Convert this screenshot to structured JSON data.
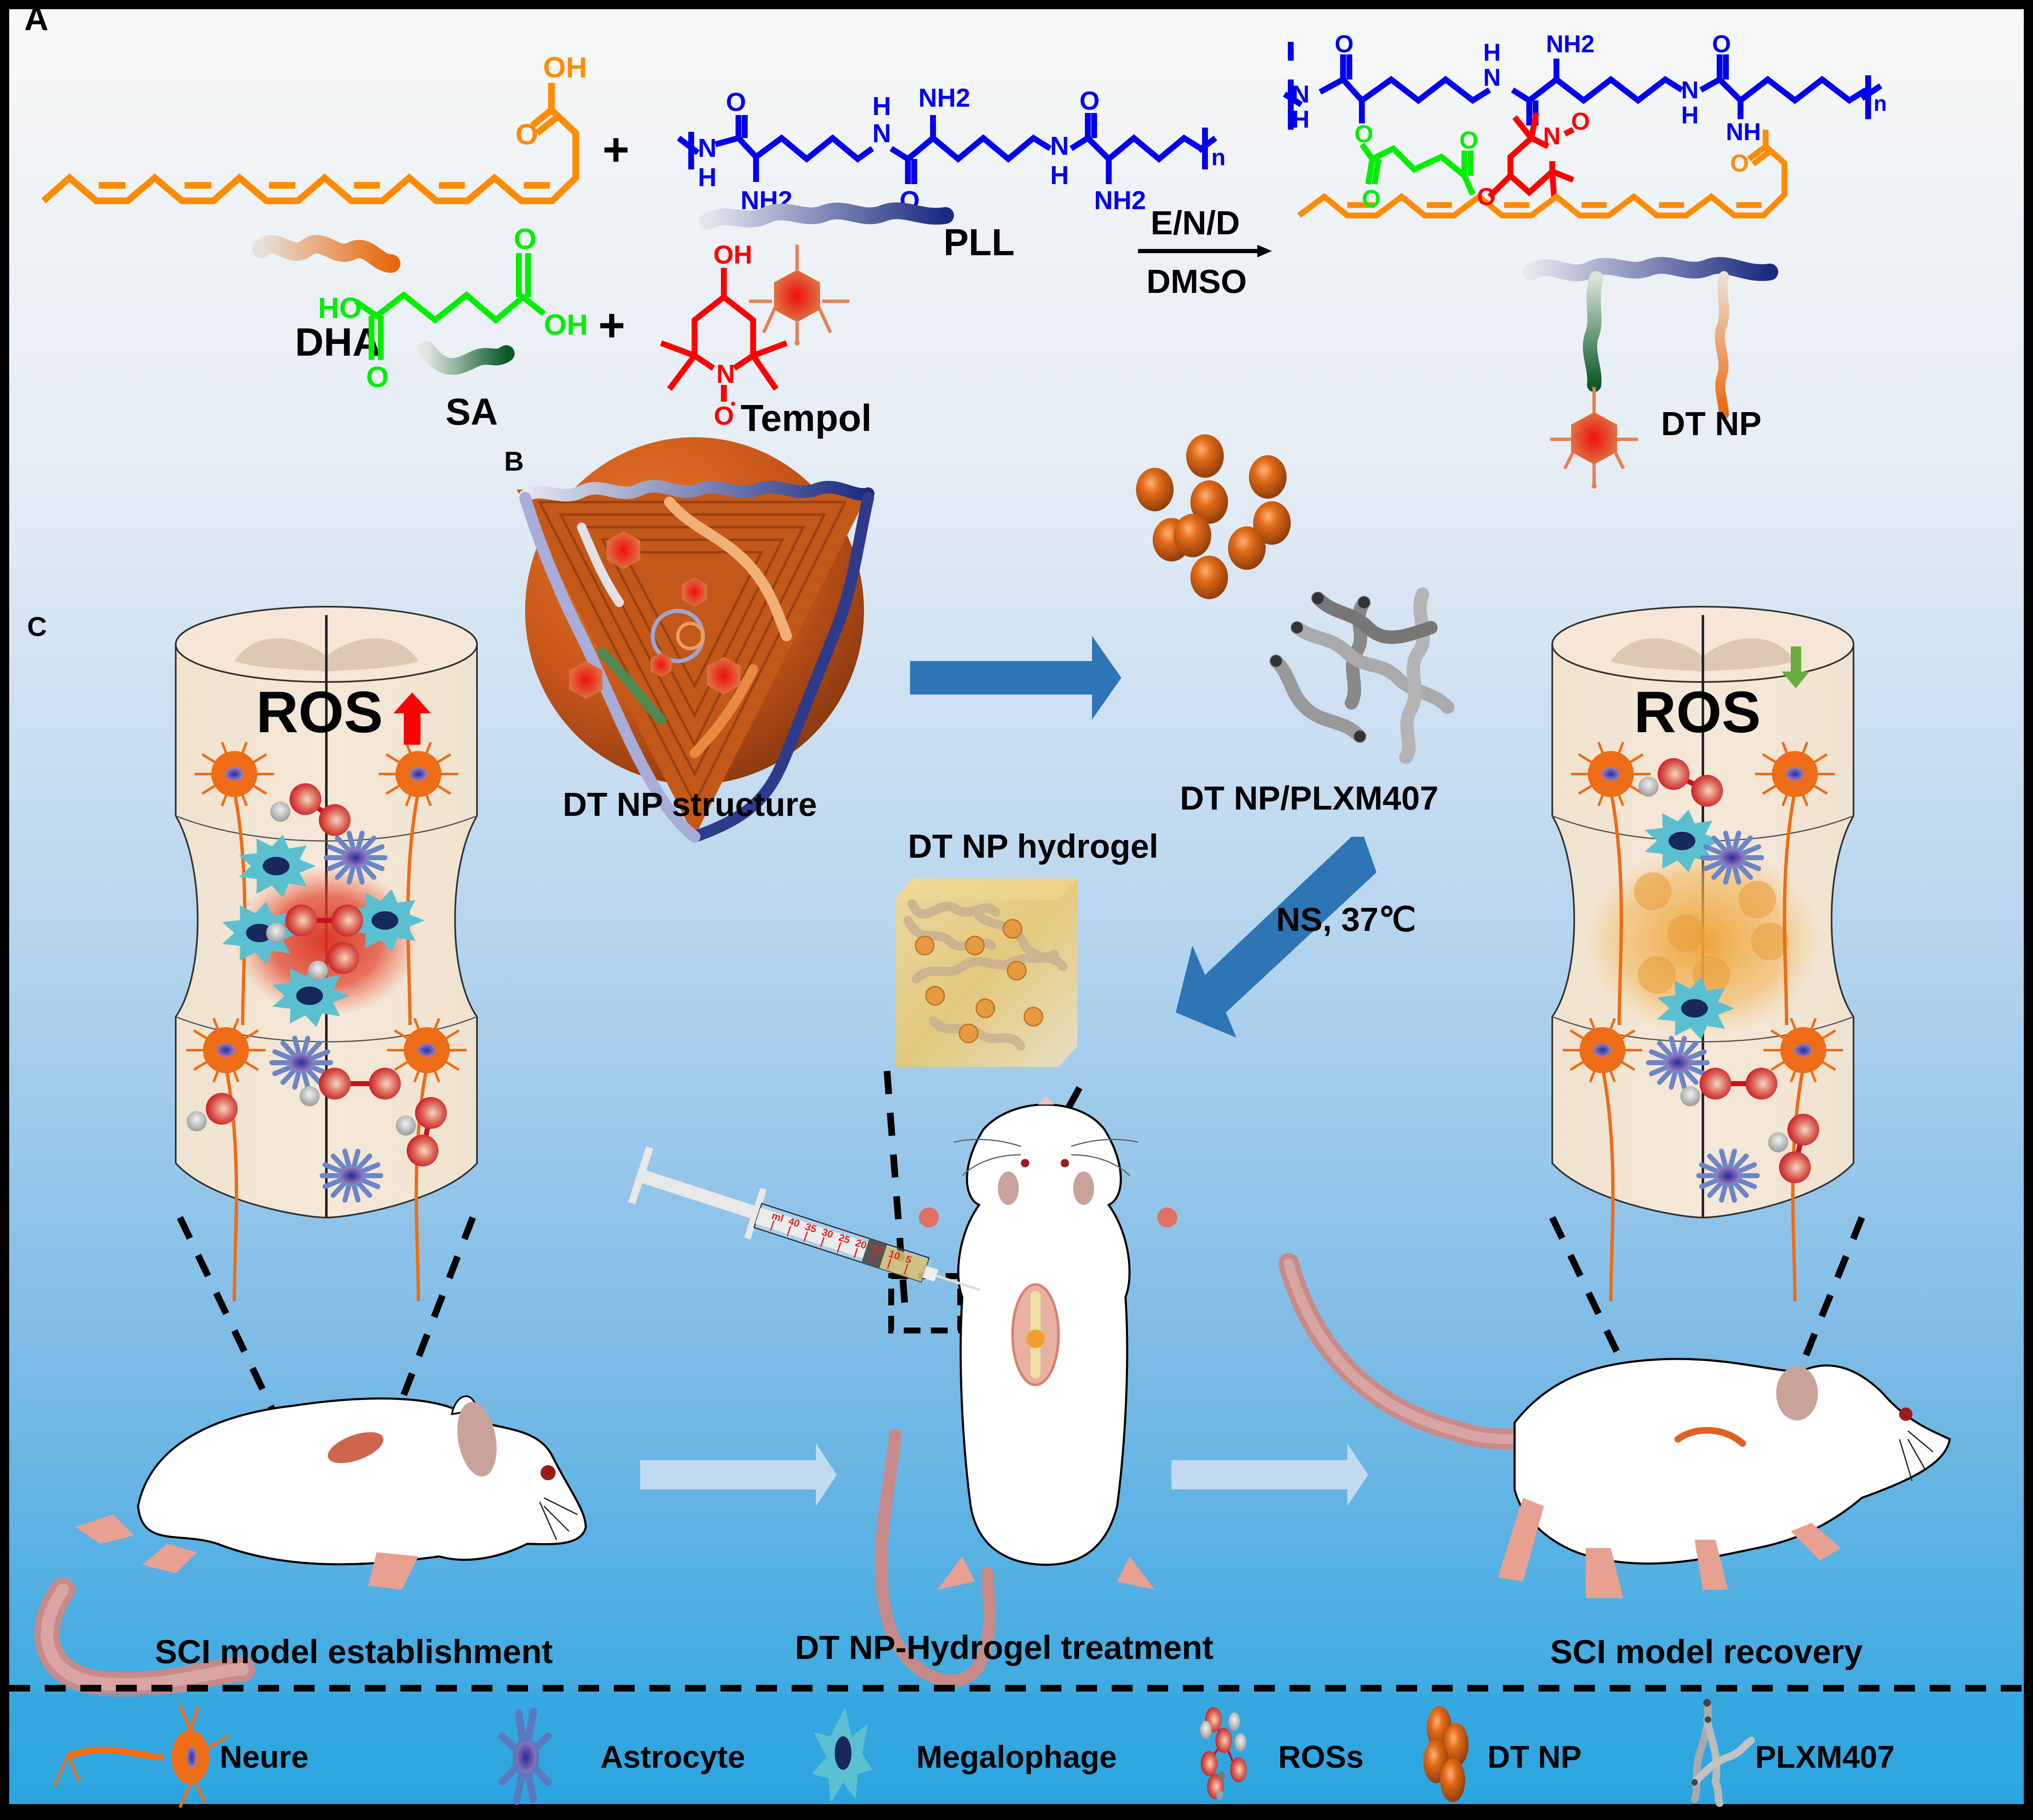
{
  "panels": {
    "A": {
      "label": "A",
      "reactants": {
        "dha": {
          "name": "DHA",
          "group_label": "OH",
          "carbonyl_label": "O",
          "color": "#ff8c00"
        },
        "pll": {
          "name": "PLL",
          "amine_labels": [
            "NH2",
            "NH2",
            "NH2"
          ],
          "nh_label": "N",
          "h_label": "H",
          "o_label": "O",
          "repeat_label": "n",
          "color": "#0000ee"
        },
        "sa": {
          "name": "SA",
          "ho_label": "HO",
          "oh_label": "OH",
          "o_label": "O",
          "color": "#00ee00"
        },
        "tempol": {
          "name": "Tempol",
          "oh_label": "OH",
          "n_label": "N",
          "o_radical_label": "O",
          "color": "#ff0000"
        }
      },
      "plus_signs": [
        "+",
        "+"
      ],
      "reaction": {
        "reagent_top": "E/N/D",
        "reagent_bottom": "DMSO"
      },
      "product": {
        "name": "DT NP",
        "labels": {
          "nh2": "NH2",
          "nh": "NH",
          "n": "N",
          "h": "H",
          "o": "O",
          "n_oxyl": "N",
          "o_radical": "O",
          "repeat": "n"
        }
      }
    },
    "B": {
      "label": "B",
      "structure_label": "DT NP structure",
      "mixture_label": "DT NP/PLXM407",
      "hydrogel_label": "DT NP hydrogel",
      "condition_label": "NS, 37℃"
    },
    "C": {
      "label": "C",
      "spinal_cord_left": {
        "text": "ROS",
        "trend": "up",
        "arrow_color": "#ff0000"
      },
      "spinal_cord_right": {
        "text": "ROS",
        "trend": "down",
        "arrow_color": "#6aab3f"
      },
      "steps": [
        {
          "label": "SCI model establishment"
        },
        {
          "label": "DT NP-Hydrogel treatment"
        },
        {
          "label": "SCI model recovery"
        }
      ],
      "syringe_scale": [
        "ml",
        "40",
        "35",
        "30",
        "25",
        "20",
        "15",
        "10",
        "5"
      ]
    }
  },
  "legend": [
    {
      "icon": "neuron-icon",
      "label": "Neure"
    },
    {
      "icon": "astrocyte-icon",
      "label": "Astrocyte"
    },
    {
      "icon": "macrophage-icon",
      "label": "Megalophage"
    },
    {
      "icon": "ros-icon",
      "label": "ROSs"
    },
    {
      "icon": "nanoparticle-icon",
      "label": "DT NP"
    },
    {
      "icon": "polymer-icon",
      "label": "PLXM407"
    }
  ],
  "colors": {
    "background_top": "#f5f6f6",
    "background_mid": "#bcd6ee",
    "background_bottom": "#2ea6e0",
    "arrow_blue": "#2e75b6",
    "np_orange": "#d9630f",
    "neuron_orange": "#ee6c15",
    "macrophage_cyan": "#5ac0d0",
    "astrocyte_blue": "#6b86c6"
  }
}
